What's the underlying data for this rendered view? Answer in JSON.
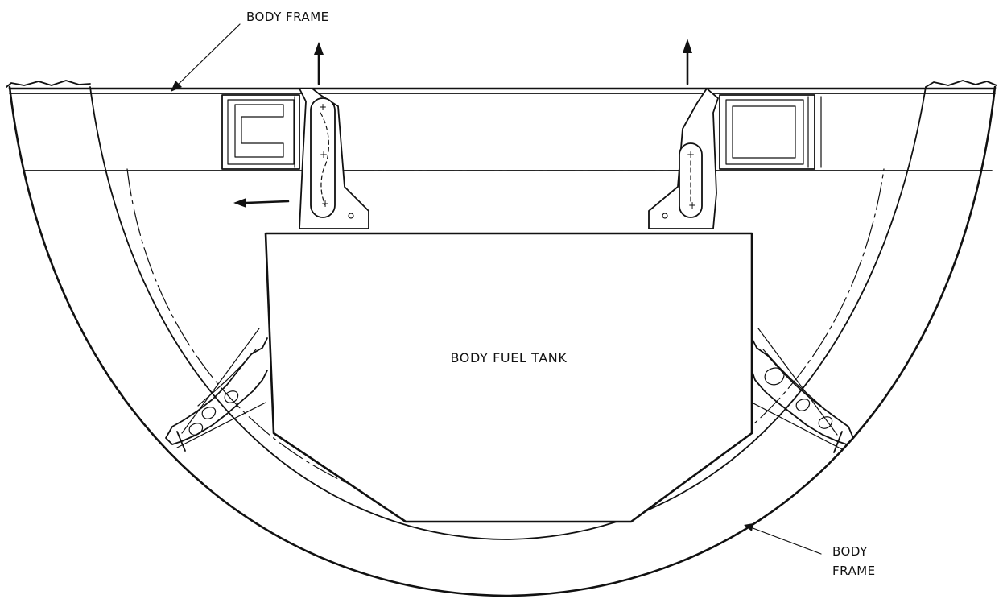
{
  "labels": {
    "body_frame_top": "BODY FRAME",
    "body_fuel_tank": "BODY FUEL TANK",
    "body_frame_bottom_line1": "BODY",
    "body_frame_bottom_line2": "FRAME"
  },
  "colors": {
    "ink": "#111111",
    "background": "#ffffff"
  }
}
